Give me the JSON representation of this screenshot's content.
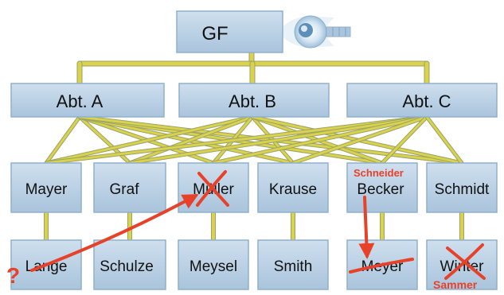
{
  "colors": {
    "box_fill": "#b8cfe2",
    "box_fill_light": "#d4e2ef",
    "box_edge": "#8fb0cc",
    "connector": "#d9d24a",
    "connector_edge": "#9aa36a",
    "correction": "#e8412a",
    "text": "#111111"
  },
  "top": {
    "label": "GF"
  },
  "departments": [
    {
      "label": "Abt. A"
    },
    {
      "label": "Abt. B"
    },
    {
      "label": "Abt. C"
    }
  ],
  "staff_row1": [
    {
      "label": "Mayer"
    },
    {
      "label": "Graf"
    },
    {
      "label": "Müller",
      "crossed": true
    },
    {
      "label": "Krause"
    },
    {
      "label": "Becker",
      "note": "Schneider"
    },
    {
      "label": "Schmidt"
    }
  ],
  "staff_row2": [
    {
      "label": "Lange",
      "note": "?"
    },
    {
      "label": "Schulze"
    },
    {
      "label": "Meysel"
    },
    {
      "label": "Smith"
    },
    {
      "label": "Meyer",
      "struck": true
    },
    {
      "label": "Winter",
      "crossed": true,
      "note": "Sammer"
    }
  ]
}
